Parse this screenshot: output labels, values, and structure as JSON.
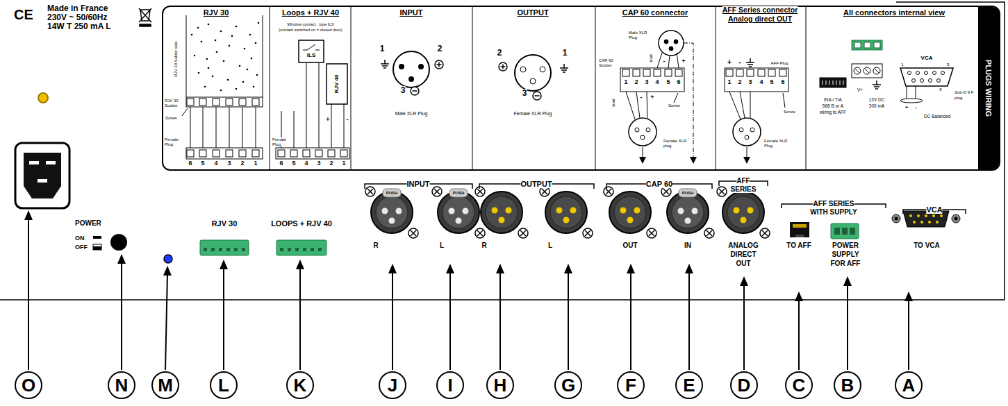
{
  "diagram": {
    "nodes": [
      {
        "text": [
          "PLUGS WIRING"
        ]
      },
      {
        "text": [
          "O"
        ]
      },
      {
        "text": [
          "N"
        ]
      },
      {
        "text": [
          "M"
        ]
      },
      {
        "text": [
          "L"
        ]
      },
      {
        "text": [
          "K"
        ]
      },
      {
        "text": [
          "J"
        ]
      },
      {
        "text": [
          "I"
        ]
      },
      {
        "text": [
          "H"
        ]
      },
      {
        "text": [
          "G"
        ]
      },
      {
        "text": [
          "F"
        ]
      },
      {
        "text": [
          "E"
        ]
      },
      {
        "text": [
          "D"
        ]
      },
      {
        "text": [
          "C"
        ]
      },
      {
        "text": [
          "B"
        ]
      },
      {
        "text": [
          "A"
        ]
      }
    ],
    "labels": [
      "CE",
      "Made in France",
      "230V ~ 50/60Hz",
      "14W T 250 mA L",
      "RJV 30",
      "Loops + RJV 40",
      "INPUT",
      "OUTPUT",
      "CAP 60 connector",
      "AFF Series connector",
      "Analog direct OUT",
      "All connectors internal view",
      "RJV 30 Solder side",
      "RJV 30 Socket",
      "Screw",
      "Female Plug",
      "6",
      "5",
      "4",
      "3",
      "2",
      "1",
      "Window contact : type ILS",
      "(contact switched on = closed door)",
      "ILS",
      "RJV 40",
      "+",
      "-",
      "Female Plug",
      "6",
      "5",
      "4",
      "3",
      "2",
      "1",
      "1",
      "2",
      "3",
      "Male XLR Plug",
      "2",
      "1",
      "3",
      "Female XLR Plug",
      "Male XLR Plug",
      "CAP 60 Socket",
      "braid",
      "braid",
      "1",
      "2",
      "3",
      "4",
      "5",
      "6",
      "-",
      "+",
      "-",
      "+",
      "Screw",
      "Female XLR plug",
      "+",
      "-",
      "AFF Plug",
      "1",
      "2",
      "3",
      "4",
      "5",
      "6",
      "Screw",
      "Female XLR Plug",
      "EIA / TIA",
      "568 B or A",
      "wiring to AFF",
      "V+",
      "12V DC",
      "300 mA",
      "VCA",
      "1",
      "5",
      "9",
      "Sub-D 9 F",
      "plug",
      "+",
      "-",
      "DC Balanced",
      "POWER",
      "ON",
      "OFF",
      "RJV 30",
      "LOOPS + RJV 40",
      "INPUT",
      "PUSH",
      "PUSH",
      "R",
      "L",
      "OUTPUT",
      "R",
      "L",
      "CAP 60",
      "PUSH",
      "OUT",
      "IN",
      "AFF",
      "SERIES",
      "ANALOG",
      "DIRECT",
      "OUT",
      "AFF SERIES",
      "WITH SUPPLY",
      "TO AFF",
      "POWER",
      "SUPPLY",
      "FOR AFF",
      "VCA",
      "TO VCA"
    ]
  }
}
